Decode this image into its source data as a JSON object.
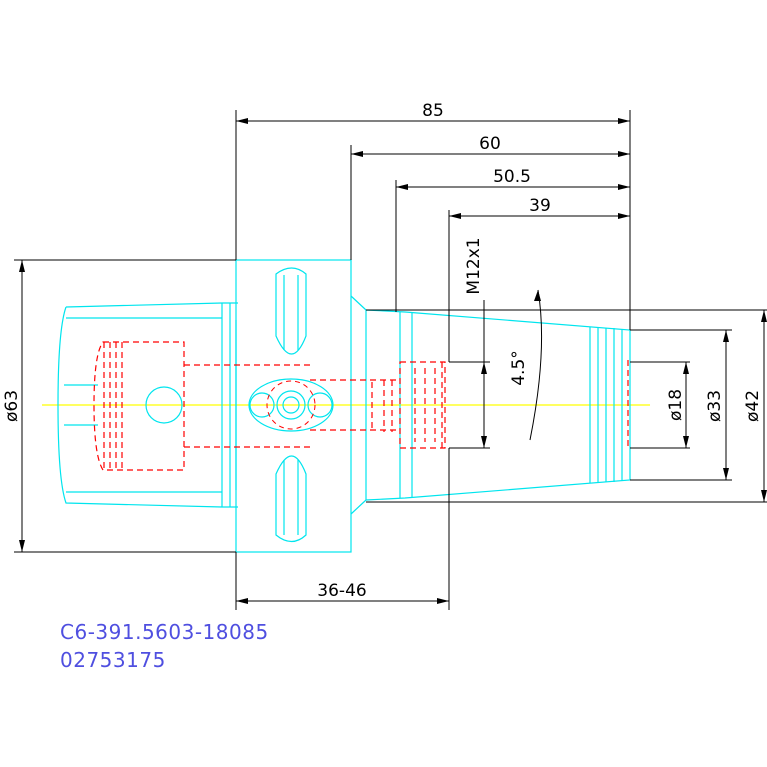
{
  "dimensions": {
    "len_85": "85",
    "len_60": "60",
    "len_50_5": "50.5",
    "len_39": "39",
    "thread": "M12x1",
    "angle": "4.5°",
    "dia_18": "ø18",
    "dia_33": "ø33",
    "dia_42": "ø42",
    "dia_63": "ø63",
    "range": "36-46"
  },
  "caption": {
    "part_number": "C6-391.5603-18085",
    "item_code": "02753175"
  },
  "colors": {
    "outline": "#00e5ee",
    "hidden": "#ff0000",
    "dimension": "#000000",
    "centerline": "#ffff00",
    "caption": "#4f4fe0"
  }
}
